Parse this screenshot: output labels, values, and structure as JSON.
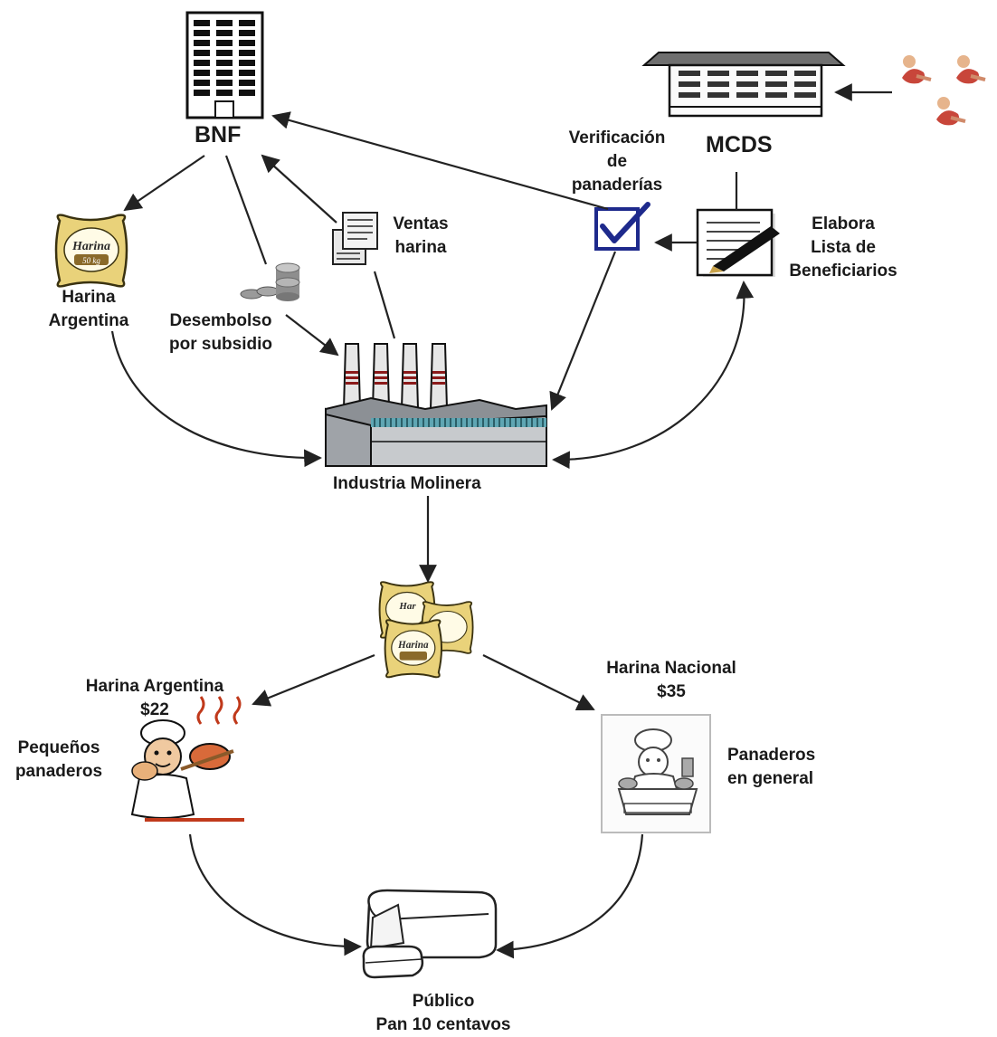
{
  "labels": {
    "bnf": "BNF",
    "mcds": "MCDS",
    "verificacion": [
      "Verificación",
      "de",
      "panaderías"
    ],
    "elabora": [
      "Elabora",
      "Lista de",
      "Beneficiarios"
    ],
    "ventas": [
      "Ventas",
      "harina"
    ],
    "harina_argentina_top": [
      "Harina",
      "Argentina"
    ],
    "desembolso": [
      "Desembolso",
      "por subsidio"
    ],
    "industria": "Industria Molinera",
    "harina_argentina_price": [
      "Harina Argentina",
      "$22"
    ],
    "harina_nacional_price": [
      "Harina Nacional",
      "$35"
    ],
    "pequenos": [
      "Pequeños",
      "panaderos"
    ],
    "panaderos_general": [
      "Panaderos",
      "en general"
    ],
    "publico": [
      "Público",
      "Pan 10 centavos"
    ]
  },
  "sack_text": {
    "brand": "Harina",
    "weight": "50 kg"
  },
  "colors": {
    "line": "#222222",
    "check_blue": "#1e2a8c",
    "sack": "#e9d27a",
    "factory_gray": "#b9bcc0",
    "stack_red": "#8b1a1a"
  }
}
